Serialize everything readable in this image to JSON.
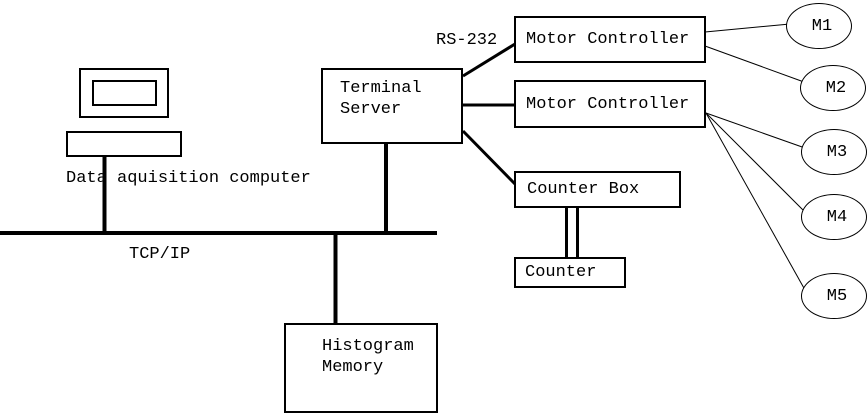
{
  "diagram": {
    "title_hint": "Data acquisition system block diagram",
    "colors": {
      "background": "#ffffff",
      "line": "#000000"
    },
    "labels": {
      "computer": "Data aquisition computer",
      "bus": "TCP/IP",
      "serial": "RS-232"
    },
    "nodes": {
      "terminal_server": "Terminal\nServer",
      "motor_controller_1": "Motor Controller",
      "motor_controller_2": "Motor Controller",
      "counter_box": "Counter Box",
      "counter": "Counter",
      "histogram_memory": "Histogram\nMemory"
    },
    "motors": [
      {
        "label": "M1"
      },
      {
        "label": "M2"
      },
      {
        "label": "M3"
      },
      {
        "label": "M4"
      },
      {
        "label": "M5"
      }
    ]
  }
}
